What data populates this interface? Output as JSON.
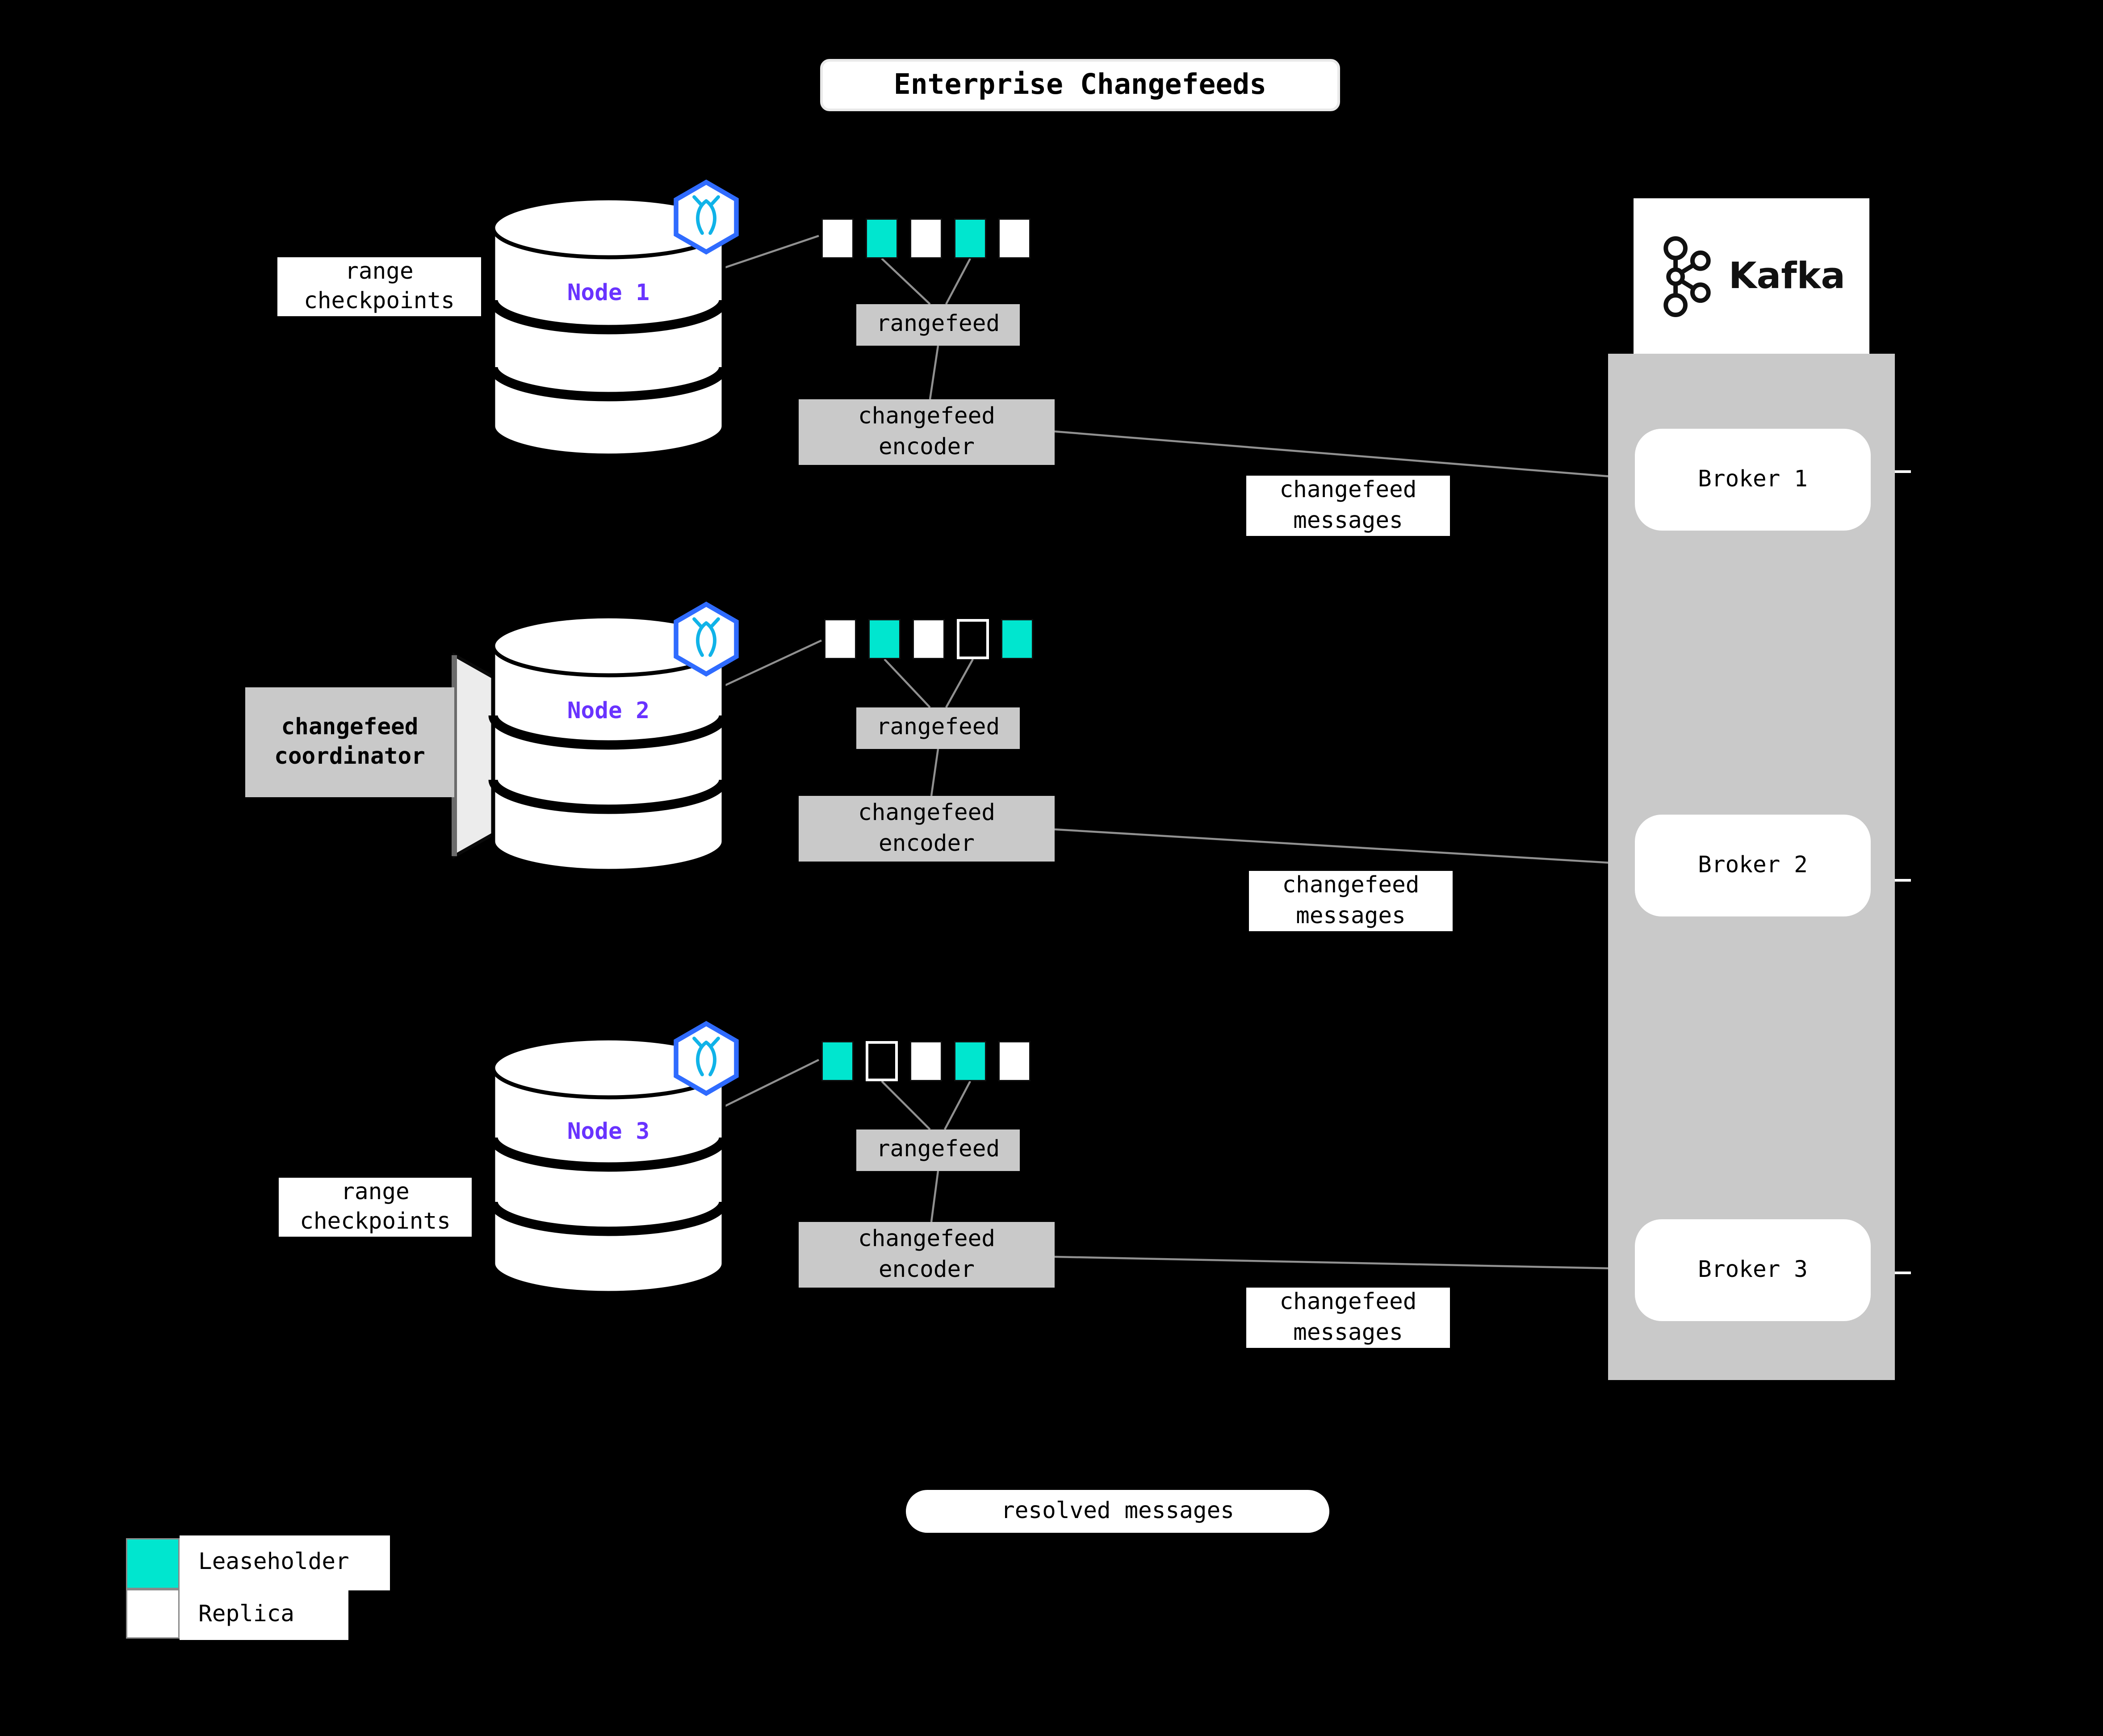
{
  "title": "Enterprise Changefeeds",
  "nodes": [
    {
      "label": "Node 1",
      "annotation": "range\ncheckpoints",
      "rangefeed_label": "rangefeed",
      "encoder_label": "changefeed\nencoder",
      "messages_label": "changefeed\nmessages",
      "ranges": [
        "replica",
        "leaseholder",
        "replica",
        "leaseholder",
        "replica"
      ]
    },
    {
      "label": "Node 2",
      "annotation": "changefeed\ncoordinator",
      "rangefeed_label": "rangefeed",
      "encoder_label": "changefeed\nencoder",
      "messages_label": "changefeed\nmessages",
      "ranges": [
        "replica",
        "leaseholder",
        "replica",
        "empty",
        "leaseholder"
      ]
    },
    {
      "label": "Node 3",
      "annotation": "range\ncheckpoints",
      "rangefeed_label": "rangefeed",
      "encoder_label": "changefeed\nencoder",
      "messages_label": "changefeed\nmessages",
      "ranges": [
        "leaseholder",
        "empty",
        "replica",
        "leaseholder",
        "replica"
      ]
    }
  ],
  "kafka": {
    "label": "Kafka",
    "brokers": [
      "Broker 1",
      "Broker 2",
      "Broker 3"
    ]
  },
  "resolved_messages_label": "resolved messages",
  "legend": {
    "leaseholder": "Leaseholder",
    "replica": "Replica"
  },
  "colors": {
    "leaseholder": "#00e6cf",
    "replica": "#ffffff",
    "node_label": "#6933ff",
    "panel_gray": "#c9c9c9",
    "background": "#000000"
  }
}
